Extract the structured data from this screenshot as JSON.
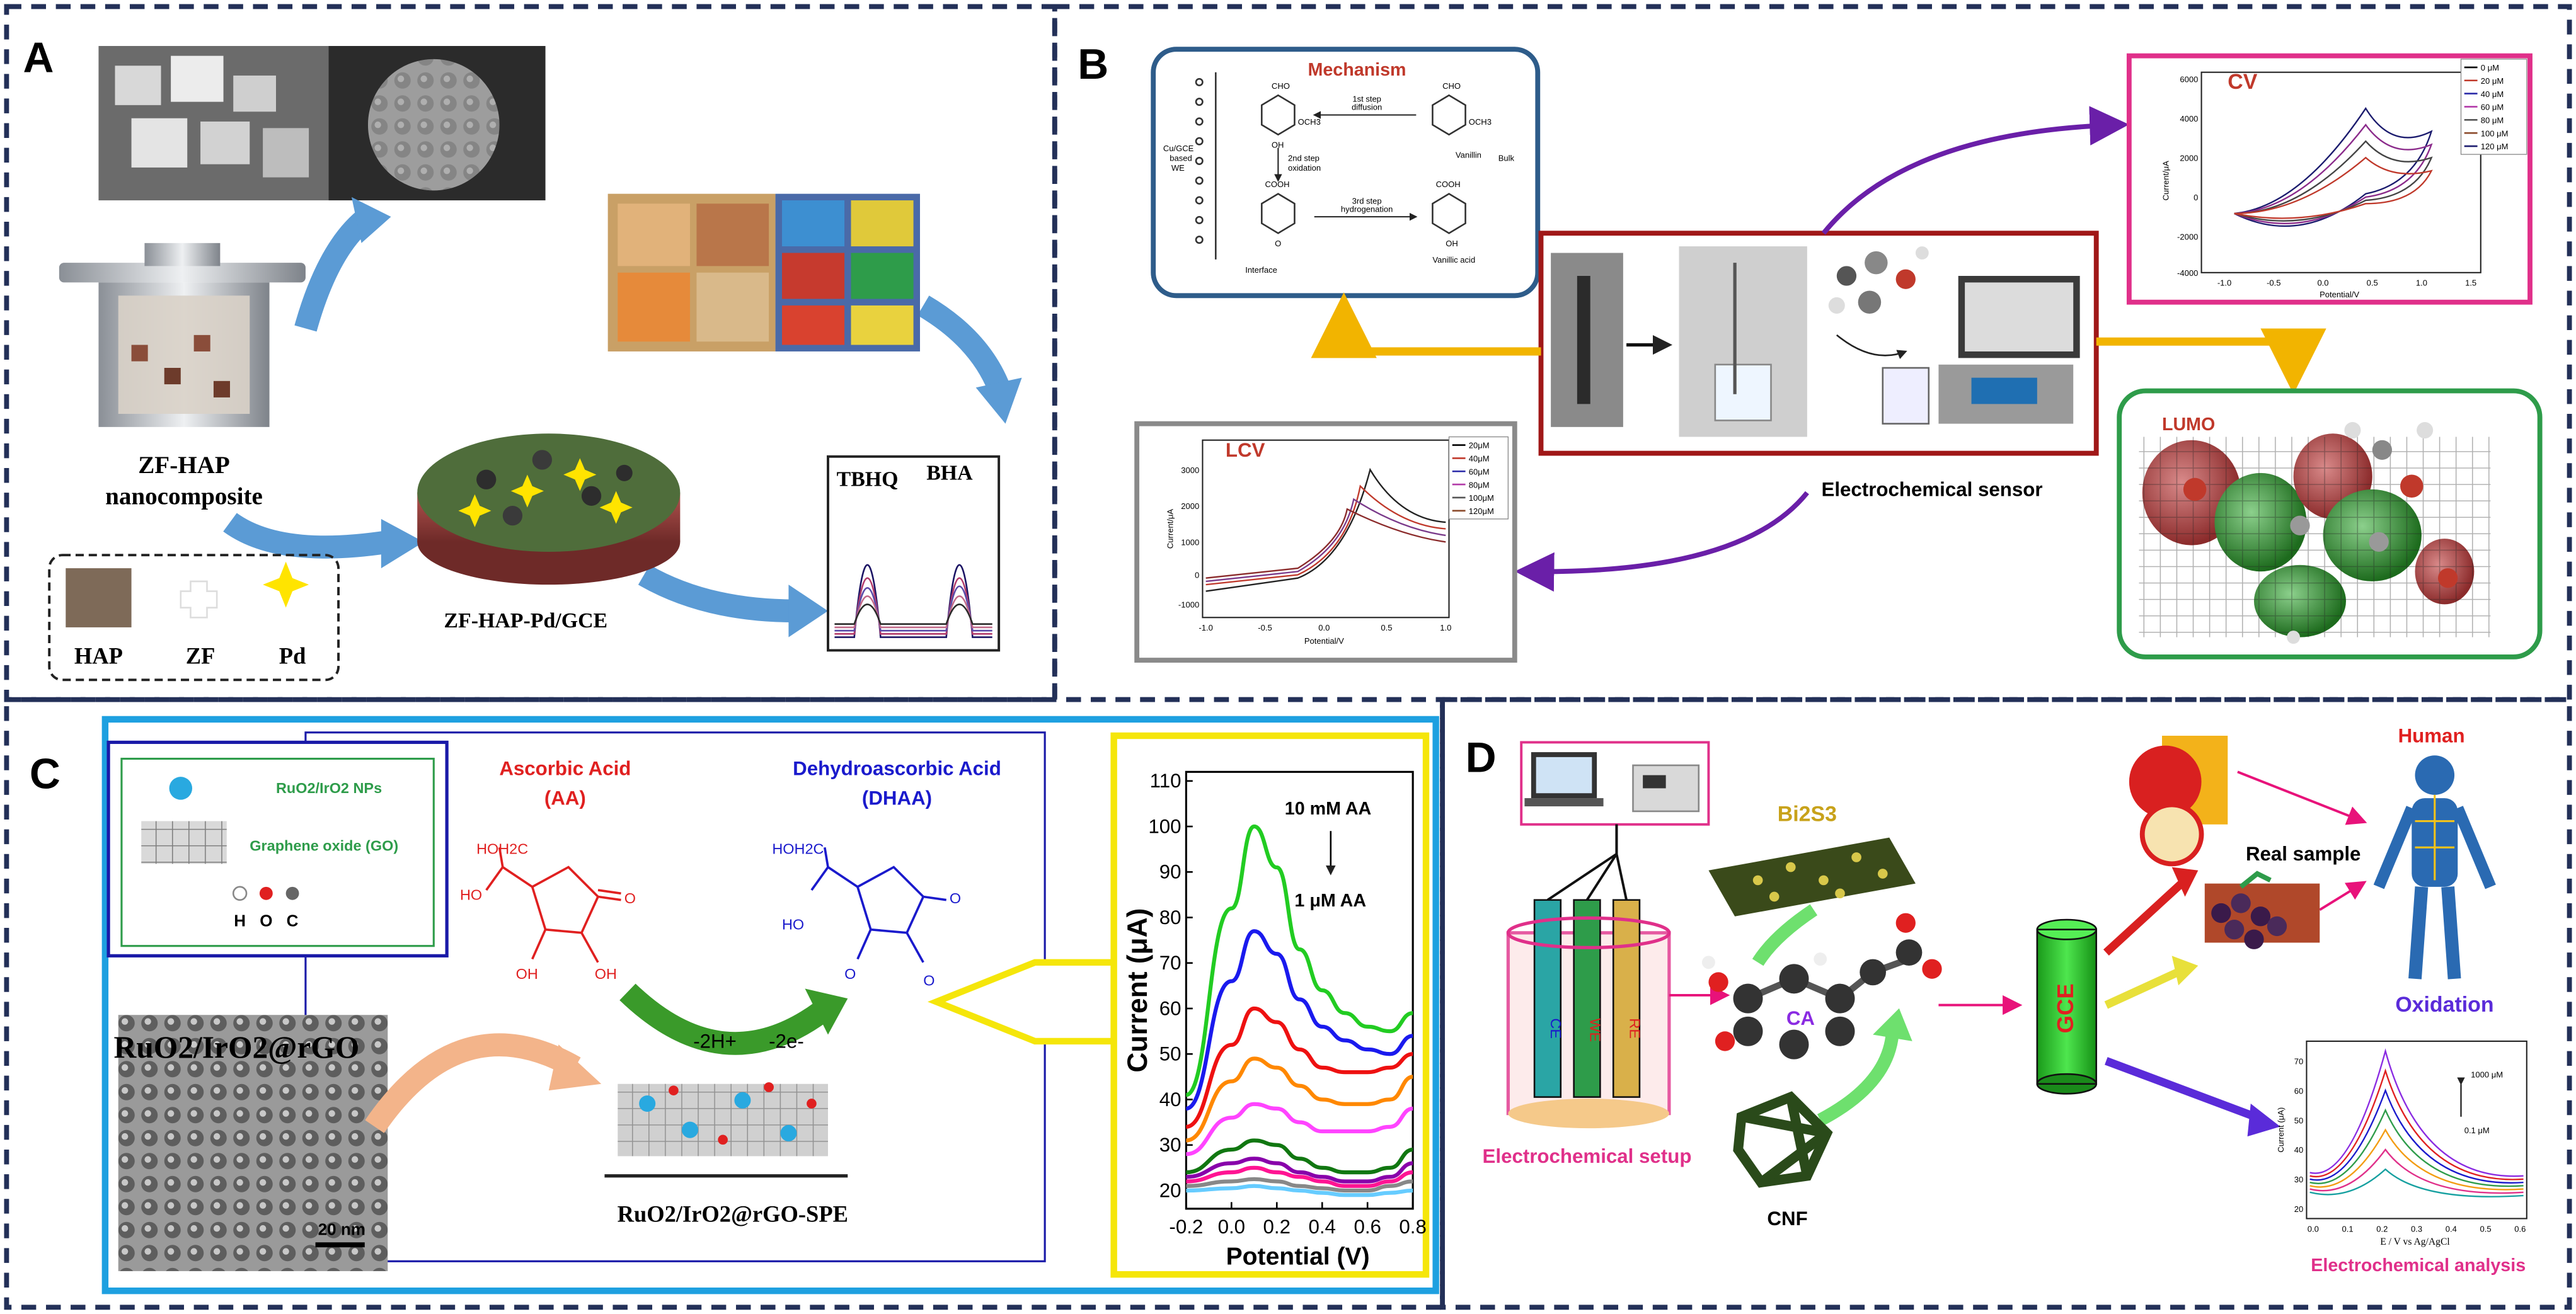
{
  "panels": {
    "A": {
      "letter": "A",
      "composite_label_1": "ZF-HAP",
      "composite_label_2": "nanocomposite",
      "electrode_label": "ZF-HAP-Pd/GCE",
      "legend": {
        "hap": "HAP",
        "zf": "ZF",
        "pd": "Pd"
      },
      "peaks": {
        "tbhq": "TBHQ",
        "bha": "BHA"
      }
    },
    "B": {
      "letter": "B",
      "mechanism": {
        "title": "Mechanism",
        "step1": "1st step",
        "step1b": "diffusion",
        "step2": "2nd step",
        "step2b": "oxidation",
        "step3": "3rd step",
        "step3b": "hydrogenation",
        "vanillin": "Vanillin",
        "bulk": "Bulk",
        "vanillic": "Vanillic acid",
        "interface": "Interface",
        "we1": "Cu/GCE",
        "we2": "based",
        "we3": "WE",
        "g1": "CHO",
        "g2": "OH",
        "g3": "OCH3",
        "g4": "COOH",
        "g5": "O"
      },
      "cv": {
        "title": "CV",
        "legend": [
          "0 μM",
          "20 μM",
          "40 μM",
          "60 μM",
          "80 μM",
          "100 μM",
          "120 μM"
        ],
        "yticks": [
          "6000",
          "4000",
          "2000",
          "0",
          "-2000",
          "-4000"
        ],
        "xticks": [
          "-1.0",
          "-0.5",
          "0.0",
          "0.5",
          "1.0",
          "1.5"
        ],
        "ylabel": "Current/μA",
        "xlabel": "Potential/V"
      },
      "lcv": {
        "title": "LCV",
        "legend": [
          "20μM",
          "40μM",
          "60μM",
          "80μM",
          "100μM",
          "120μM"
        ],
        "yticks": [
          "3000",
          "2000",
          "1000",
          "0",
          "-1000"
        ],
        "xticks": [
          "-1.0",
          "-0.5",
          "0.0",
          "0.5",
          "1.0"
        ],
        "ylabel": "Current/μA",
        "xlabel": "Potential/V"
      },
      "sensor_label": "Electrochemical sensor",
      "lumo_title": "LUMO"
    },
    "C": {
      "letter": "C",
      "legend": {
        "nps": "RuO2/IrO2 NPs",
        "go": "Graphene oxide (GO)",
        "atoms": [
          "H",
          "O",
          "C"
        ]
      },
      "aa_title": "Ascorbic Acid",
      "aa_abbr": "(AA)",
      "dhaa_title": "Dehydroascorbic Acid",
      "dhaa_abbr": "(DHAA)",
      "aa_groups": {
        "hoh2c": "HOH2C",
        "ho": "HO",
        "oh": "OH",
        "o": "O"
      },
      "dhaa_groups": {
        "hoh2c": "HOH2C",
        "ho": "HO",
        "o": "O"
      },
      "reaction": {
        "protons": "-2H+",
        "electrons": "-2e-"
      },
      "material": "RuO2/IrO2@rGO",
      "scale_bar": "20 nm",
      "electrode": "RuO2/IrO2@rGO-SPE"
    },
    "C_chart": {
      "chart_data": {
        "type": "line",
        "ylabel": "Current (μA)",
        "xlabel": "Potential (V)",
        "xlim": [
          -0.2,
          0.8
        ],
        "ylim": [
          16,
          112
        ],
        "xticks": [
          -0.2,
          0.0,
          0.2,
          0.4,
          0.6,
          0.8
        ],
        "yticks": [
          20,
          30,
          40,
          50,
          60,
          70,
          80,
          90,
          100,
          110
        ],
        "annotation_top": "10 mM AA",
        "annotation_bottom": "1 μM AA",
        "series": [
          {
            "color": "#22cc22",
            "values": [
              [
                -0.2,
                41
              ],
              [
                0,
                82
              ],
              [
                0.1,
                100
              ],
              [
                0.2,
                91
              ],
              [
                0.3,
                73
              ],
              [
                0.4,
                64
              ],
              [
                0.5,
                59
              ],
              [
                0.6,
                56
              ],
              [
                0.7,
                55
              ],
              [
                0.8,
                59
              ]
            ]
          },
          {
            "color": "#1a1aee",
            "values": [
              [
                -0.2,
                38
              ],
              [
                0,
                66
              ],
              [
                0.1,
                77
              ],
              [
                0.2,
                72
              ],
              [
                0.3,
                62
              ],
              [
                0.4,
                56
              ],
              [
                0.5,
                53
              ],
              [
                0.6,
                51
              ],
              [
                0.7,
                50
              ],
              [
                0.8,
                54
              ]
            ]
          },
          {
            "color": "#ee1111",
            "values": [
              [
                -0.2,
                34
              ],
              [
                0,
                52
              ],
              [
                0.1,
                60
              ],
              [
                0.2,
                57
              ],
              [
                0.3,
                51
              ],
              [
                0.4,
                47
              ],
              [
                0.5,
                46
              ],
              [
                0.6,
                46
              ],
              [
                0.7,
                47
              ],
              [
                0.8,
                50
              ]
            ]
          },
          {
            "color": "#ff8800",
            "values": [
              [
                -0.2,
                31
              ],
              [
                0,
                44
              ],
              [
                0.1,
                49
              ],
              [
                0.2,
                47
              ],
              [
                0.3,
                43
              ],
              [
                0.4,
                40
              ],
              [
                0.5,
                39
              ],
              [
                0.6,
                39
              ],
              [
                0.7,
                40
              ],
              [
                0.8,
                45
              ]
            ]
          },
          {
            "color": "#ff44ff",
            "values": [
              [
                -0.2,
                28
              ],
              [
                0,
                36
              ],
              [
                0.1,
                39
              ],
              [
                0.2,
                38
              ],
              [
                0.3,
                35
              ],
              [
                0.4,
                33
              ],
              [
                0.5,
                33
              ],
              [
                0.6,
                33
              ],
              [
                0.7,
                34
              ],
              [
                0.8,
                38
              ]
            ]
          },
          {
            "color": "#117711",
            "values": [
              [
                -0.2,
                24
              ],
              [
                0,
                29
              ],
              [
                0.1,
                31
              ],
              [
                0.2,
                30
              ],
              [
                0.3,
                27
              ],
              [
                0.4,
                25
              ],
              [
                0.5,
                24
              ],
              [
                0.6,
                24
              ],
              [
                0.7,
                25
              ],
              [
                0.8,
                29
              ]
            ]
          },
          {
            "color": "#8800aa",
            "values": [
              [
                -0.2,
                23
              ],
              [
                0,
                26
              ],
              [
                0.1,
                27
              ],
              [
                0.2,
                26
              ],
              [
                0.3,
                24
              ],
              [
                0.4,
                23
              ],
              [
                0.5,
                22
              ],
              [
                0.6,
                22
              ],
              [
                0.7,
                23
              ],
              [
                0.8,
                26
              ]
            ]
          },
          {
            "color": "#ff1493",
            "values": [
              [
                -0.2,
                22
              ],
              [
                0,
                24
              ],
              [
                0.1,
                25
              ],
              [
                0.2,
                24
              ],
              [
                0.3,
                23
              ],
              [
                0.4,
                22
              ],
              [
                0.5,
                21
              ],
              [
                0.6,
                21
              ],
              [
                0.7,
                22
              ],
              [
                0.8,
                24
              ]
            ]
          },
          {
            "color": "#888888",
            "values": [
              [
                -0.2,
                21
              ],
              [
                0,
                22
              ],
              [
                0.1,
                22.5
              ],
              [
                0.2,
                22
              ],
              [
                0.3,
                21
              ],
              [
                0.4,
                20.5
              ],
              [
                0.5,
                20
              ],
              [
                0.6,
                20
              ],
              [
                0.7,
                21
              ],
              [
                0.8,
                22
              ]
            ]
          },
          {
            "color": "#66ccff",
            "values": [
              [
                -0.2,
                20
              ],
              [
                0,
                20.5
              ],
              [
                0.1,
                21
              ],
              [
                0.2,
                20.5
              ],
              [
                0.3,
                20
              ],
              [
                0.4,
                19.5
              ],
              [
                0.5,
                19
              ],
              [
                0.6,
                19
              ],
              [
                0.7,
                19.5
              ],
              [
                0.8,
                20
              ]
            ]
          }
        ]
      }
    },
    "D": {
      "letter": "D",
      "bi2s3": "Bi2S3",
      "ca": "CA",
      "cnf": "CNF",
      "gce": "GCE",
      "electrode_labels": [
        "CE",
        "WE",
        "RE"
      ],
      "setup_label": "Electrochemical setup",
      "real_sample": "Real sample",
      "human": "Human",
      "oxidation": "Oxidation",
      "analysis_label": "Electrochemical analysis",
      "dpv": {
        "yticks": [
          "70",
          "60",
          "50",
          "40",
          "30",
          "20"
        ],
        "xticks": [
          "0.0",
          "0.1",
          "0.2",
          "0.3",
          "0.4",
          "0.5",
          "0.6"
        ],
        "ylabel": "Current (μA)",
        "xlabel": "E / V vs Ag/AgCl",
        "top": "1000 μM",
        "bottom": "0.1 μM"
      }
    }
  }
}
